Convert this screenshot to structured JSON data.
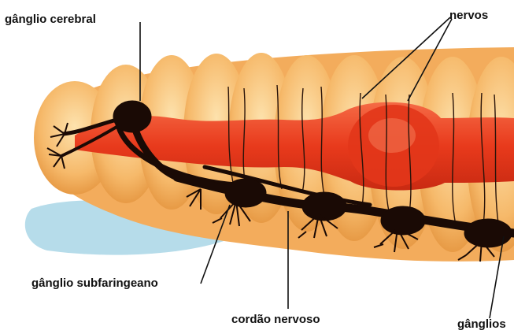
{
  "labels": {
    "ganglio_cerebral": "gânglio cerebral",
    "nervos": "nervos",
    "ganglio_subfaringeano": "gânglio subfaringeano",
    "cordao_nervoso": "cordão nervoso",
    "ganglios": "gânglios"
  },
  "colors": {
    "body_segment": "#f6b96a",
    "body_segment_light": "#fcd99a",
    "pharynx": "#ea3c1f",
    "nerve_tissue": "#1a0a05",
    "shadow": "#9ecfe0"
  }
}
